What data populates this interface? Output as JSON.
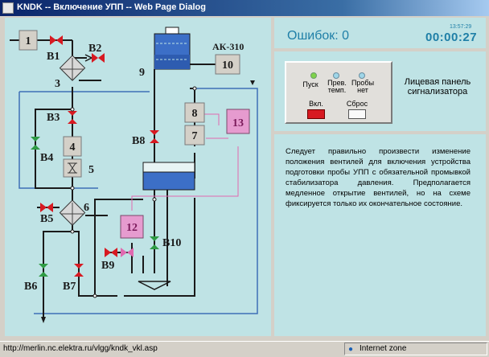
{
  "window": {
    "title": "KNDK -- Включение УПП -- Web Page Dialog"
  },
  "diagram": {
    "nodes": {
      "n1": "1",
      "n3": "3",
      "n4": "4",
      "n5": "5",
      "n6": "6",
      "n7": "7",
      "n8": "8",
      "n9": "9",
      "n10": "10",
      "n12": "12",
      "n13": "13",
      "ak": "АК-310"
    },
    "valves": {
      "b1": "B1",
      "b2": "B2",
      "b3": "B3",
      "b4": "B4",
      "b5": "B5",
      "b6": "B6",
      "b7": "B7",
      "b8": "B8",
      "b9": "B9",
      "b10": "B10"
    },
    "colors": {
      "valve_closed": "#d71921",
      "valve_open": "#2e9b44",
      "valve_pink": "#e06ab0",
      "box_pink": "#e69bcf",
      "tank_blue": "#3c6fc7"
    }
  },
  "errors": {
    "label": "Ошибок: 0",
    "timer": "00:00:27",
    "clock_small": "13:57:29"
  },
  "signal_panel": {
    "lamps": [
      {
        "label": "Пуск",
        "color": "#7fd34a"
      },
      {
        "label": "Прев. темп.",
        "color": "#9fd6e8"
      },
      {
        "label": "Пробы нет",
        "color": "#9fd6e8"
      }
    ],
    "btn_on": "Вкл.",
    "btn_reset": "Сброс",
    "caption": "Лицевая панель сигнализатора"
  },
  "description": "Следует правильно произвести изменение положения вентилей для включения устройства подготовки пробы УПП с обязательной промывкой стабилизатора давления. Предполагается медленное открытие вентилей, но на схеме фиксируется только их окончательное состояние.",
  "statusbar": {
    "url": "http://merlin.nc.elektra.ru/vlgg/kndk_vkl.asp",
    "zone": "Internet zone"
  }
}
